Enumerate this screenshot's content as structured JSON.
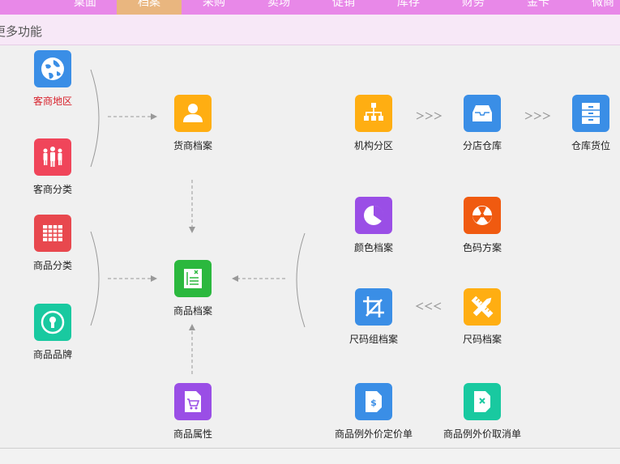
{
  "nav": {
    "tabs": [
      {
        "label": "桌面",
        "active": false
      },
      {
        "label": "档案",
        "active": true
      },
      {
        "label": "采购",
        "active": false
      },
      {
        "label": "卖场",
        "active": false
      },
      {
        "label": "促销",
        "active": false
      },
      {
        "label": "库存",
        "active": false
      },
      {
        "label": "财务",
        "active": false
      },
      {
        "label": "金卡",
        "active": false
      },
      {
        "label": "微商",
        "active": false
      }
    ]
  },
  "section": {
    "title": "更多功能"
  },
  "colors": {
    "nav_bg": "#e888e8",
    "active_tab": "#e9b67f",
    "link_red": "#d8202a"
  },
  "nodes": {
    "customer_region": {
      "label": "客商地区",
      "icon": "globe-icon",
      "color": "#3a8ee6",
      "highlighted": true
    },
    "customer_category": {
      "label": "客商分类",
      "icon": "people-icon",
      "color": "#f0455a"
    },
    "product_category": {
      "label": "商品分类",
      "icon": "grid-icon",
      "color": "#e8484e"
    },
    "product_brand": {
      "label": "商品品牌",
      "icon": "keyhole-icon",
      "color": "#19c9a0"
    },
    "supplier_file": {
      "label": "货商档案",
      "icon": "person-icon",
      "color": "#ffae12"
    },
    "product_file": {
      "label": "商品档案",
      "icon": "spreadsheet-icon",
      "color": "#2bb83e"
    },
    "product_attribute": {
      "label": "商品属性",
      "icon": "cart-icon",
      "color": "#9a4ee6"
    },
    "org_division": {
      "label": "机构分区",
      "icon": "org-chart-icon",
      "color": "#ffae12"
    },
    "branch_warehouse": {
      "label": "分店仓库",
      "icon": "inbox-icon",
      "color": "#3a8ee6"
    },
    "warehouse_location": {
      "label": "仓库货位",
      "icon": "cabinet-icon",
      "color": "#3a8ee6"
    },
    "color_file": {
      "label": "颜色档案",
      "icon": "pie-icon",
      "color": "#9a4ee6"
    },
    "color_code_scheme": {
      "label": "色码方案",
      "icon": "radiation-icon",
      "color": "#f05a10"
    },
    "size_group_file": {
      "label": "尺码组档案",
      "icon": "crop-icon",
      "color": "#3a8ee6"
    },
    "size_file": {
      "label": "尺码档案",
      "icon": "ruler-pencil-icon",
      "color": "#ffae12"
    },
    "price_exception_set": {
      "label": "商品例外价定价单",
      "icon": "price-doc-icon",
      "color": "#3a8ee6"
    },
    "price_exception_cancel": {
      "label": "商品例外价取消单",
      "icon": "cancel-doc-icon",
      "color": "#19c9a0"
    }
  }
}
